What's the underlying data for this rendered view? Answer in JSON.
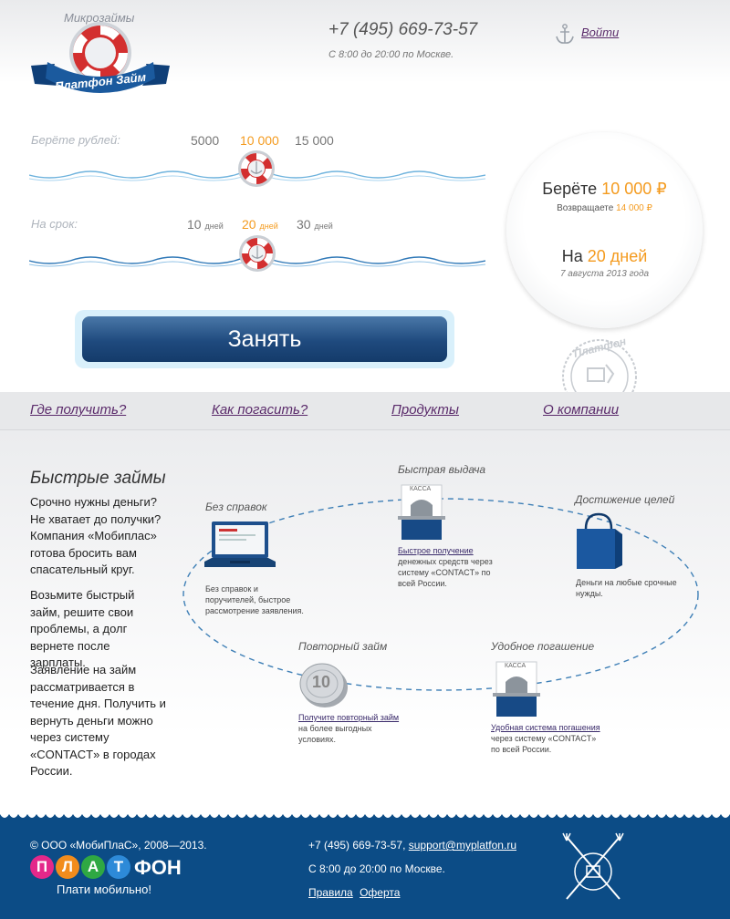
{
  "header": {
    "logo_top_text": "Микрозаймы",
    "logo_ribbon_text": "Платфон Займ",
    "phone": "+7 (495) 669-73-57",
    "hours": "С 8:00 до 20:00 по Москве.",
    "login_label": "Войти",
    "anchor_icon": "anchor-icon"
  },
  "calculator": {
    "amount_label": "Берёте рублей:",
    "amount_options": [
      "5000",
      "10 000",
      "15 000"
    ],
    "amount_selected": "10 000",
    "term_label": "На срок:",
    "term_options": [
      {
        "num": "10",
        "unit": "дней"
      },
      {
        "num": "20",
        "unit": "дней"
      },
      {
        "num": "30",
        "unit": "дней"
      }
    ],
    "term_selected": "20",
    "accent_color": "#f49b1f"
  },
  "summary": {
    "take_prefix": "Берёте",
    "take_amount": "10 000 ₽",
    "return_prefix": "Возвращаете",
    "return_amount": "14 000 ₽",
    "term_prefix": "На",
    "term_value": "20 дней",
    "date": "7 августа 2013 года"
  },
  "cta": {
    "label": "Занять"
  },
  "stamp_text": "Платфон",
  "nav": {
    "items": [
      "Где получить?",
      "Как погасить?",
      "Продукты",
      "О компании"
    ]
  },
  "main": {
    "title": "Быстрые займы",
    "para1": "Срочно нужны деньги? Не хватает до получки? Компания «Мобиплас» готова бросить вам спасательный круг.",
    "para2": "Возьмите быстрый займ, решите свои проблемы, а долг вернете после зарплаты.",
    "para3": "Заявление на займ рассматривается в течение дня. Получить и вернуть деньги можно через систему «CONTACT» в городах России."
  },
  "steps": {
    "no_docs": {
      "title": "Без справок",
      "text": "Без справок и поручителей, быстрое рассмотрение заявления."
    },
    "fast": {
      "title": "Быстрая выдача",
      "link": "Быстрое получение",
      "text": "денежных средств через систему «CONTACT» по всей России.",
      "kassa": "КАССА"
    },
    "goals": {
      "title": "Достижение целей",
      "text": "Деньги на любые срочные нужды."
    },
    "repeat": {
      "title": "Повторный займ",
      "link": "Получите повторный займ",
      "text": "на более выгодных условиях.",
      "coin": "10"
    },
    "repay": {
      "title": "Удобное погашение",
      "link": "Удобная система погашения",
      "text": "через систему «CONTACT» по всей России.",
      "kassa": "КАССА"
    }
  },
  "footer": {
    "copyright": "© ООО «МобиПлаС», 2008—2013.",
    "brand_letters": [
      "П",
      "Л",
      "А",
      "Т"
    ],
    "brand_rest": "ФОН",
    "slogan": "Плати мобильно!",
    "phone": "+7 (495) 669-73-57,",
    "email": "support@myplatfon.ru",
    "hours": "С 8:00 до 20:00 по Москве.",
    "links": [
      "Правила",
      "Оферта"
    ]
  }
}
